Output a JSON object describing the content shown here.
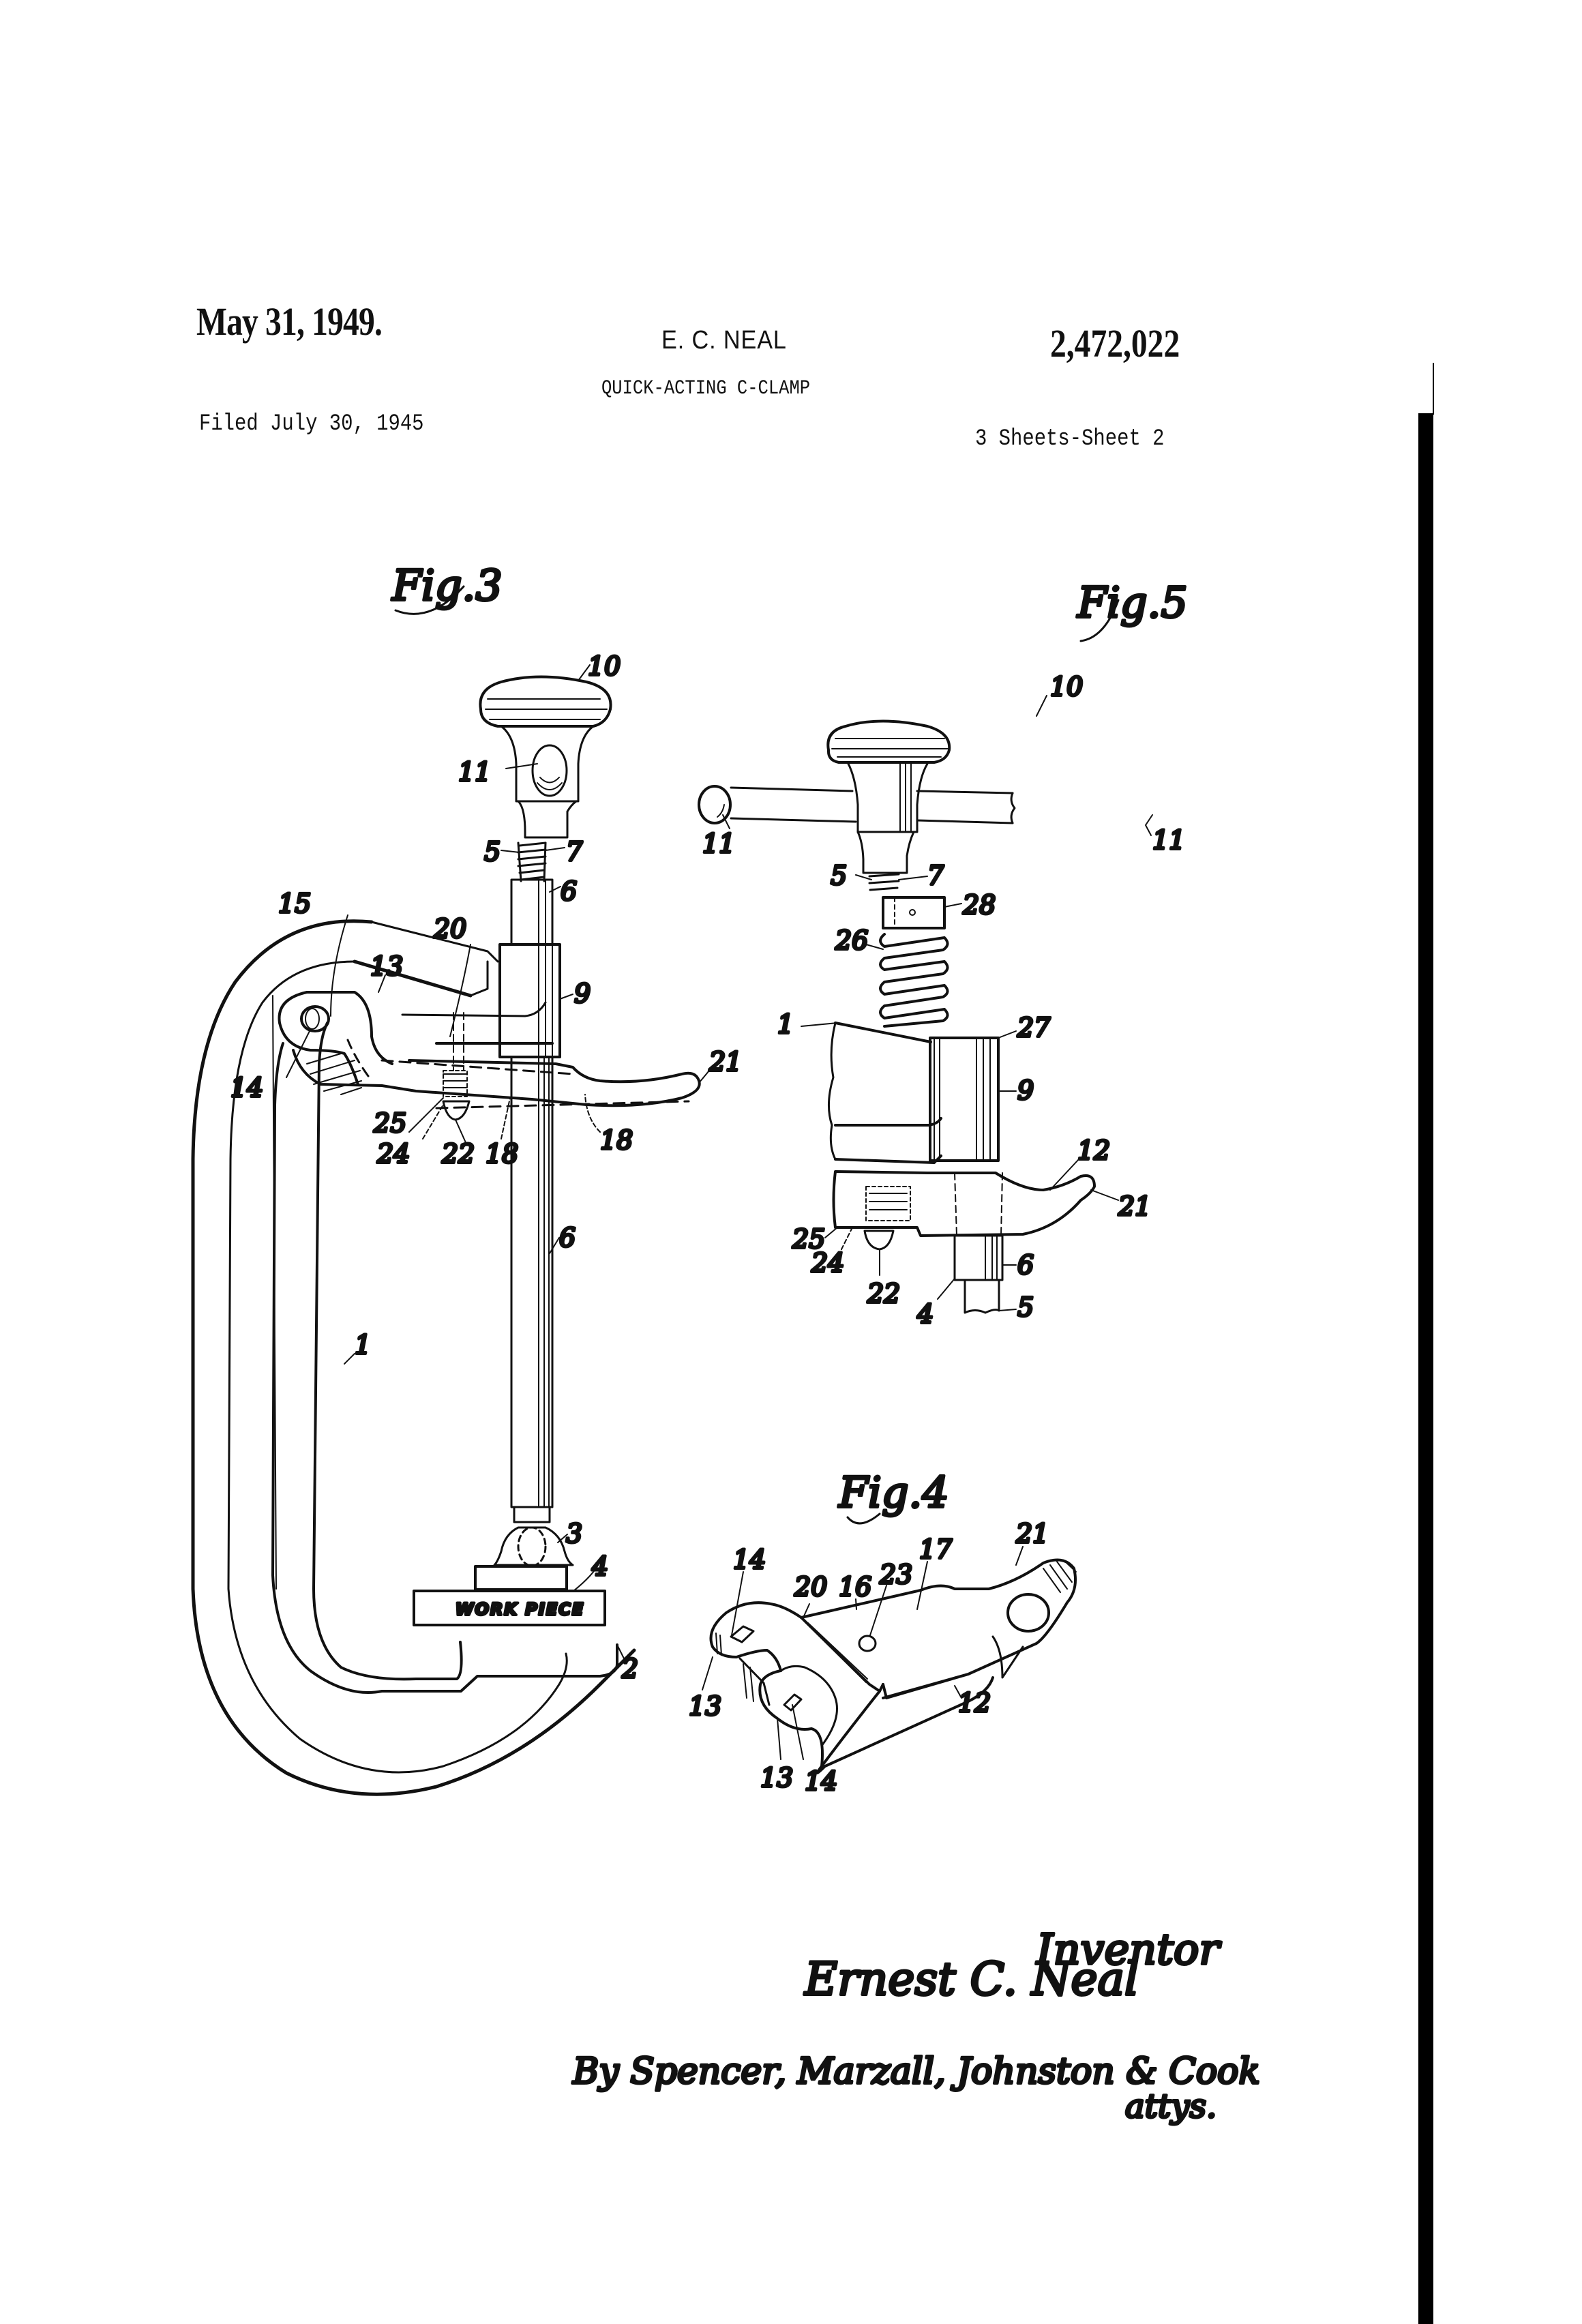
{
  "header": {
    "date": "May 31, 1949.",
    "inventor_short": "E. C. NEAL",
    "patent_number": "2,472,022",
    "title": "QUICK-ACTING C-CLAMP",
    "filed": "Filed July 30, 1945",
    "sheets": "3 Sheets-Sheet 2"
  },
  "figures": {
    "fig3": {
      "label": "Fig.3",
      "refs": {
        "r10": "10",
        "r11": "11",
        "r5": "5",
        "r7": "7",
        "r6a": "6",
        "r15": "15",
        "r20": "20",
        "r13": "13",
        "r9": "9",
        "r14": "14",
        "r21": "21",
        "r25": "25",
        "r24": "24",
        "r22": "22",
        "r18a": "18",
        "r18b": "18",
        "r6b": "6",
        "r1": "1",
        "r3": "3",
        "r4": "4",
        "r2": "2"
      },
      "work_piece": "WORK PIECE"
    },
    "fig5": {
      "label": "Fig.5",
      "refs": {
        "r10": "10",
        "r11a": "11",
        "r11b": "11",
        "r5a": "5",
        "r7": "7",
        "r28": "28",
        "r26": "26",
        "r27": "27",
        "r1": "1",
        "r9": "9",
        "r12": "12",
        "r21": "21",
        "r25": "25",
        "r24": "24",
        "r22": "22",
        "r6": "6",
        "r4": "4",
        "r5b": "5"
      }
    },
    "fig4": {
      "label": "Fig.4",
      "refs": {
        "r14a": "14",
        "r20": "20",
        "r16": "16",
        "r23": "23",
        "r17": "17",
        "r21": "21",
        "r13a": "13",
        "r12": "12",
        "r13b": "13",
        "r14b": "14"
      }
    }
  },
  "signature": {
    "inventor_caption": "Inventor",
    "inventor_name": "Ernest C. Neal",
    "attorneys": "By Spencer, Marzall, Johnston & Cook",
    "attorneys_suffix": "attys."
  }
}
